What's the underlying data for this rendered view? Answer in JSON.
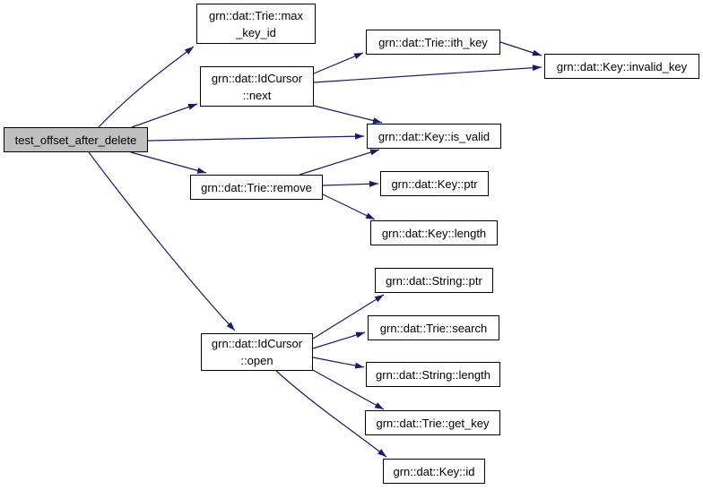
{
  "diagram": {
    "kind": "doxygen-call-graph",
    "background": "#ffffff",
    "edge_color": "#191970",
    "node_border_color": "#000000",
    "node_fill": "#ffffff",
    "root_node_fill": "#c0c0c0",
    "text_color": "#000000"
  },
  "nodes": [
    {
      "id": "test_offset_after_delete",
      "label": "test_offset_after_delete",
      "role": "root"
    },
    {
      "id": "trie_max_key_id",
      "label": "grn::dat::Trie::max\n_key_id",
      "role": "callee"
    },
    {
      "id": "idcursor_next",
      "label": "grn::dat::IdCursor\n::next",
      "role": "callee"
    },
    {
      "id": "trie_ith_key",
      "label": "grn::dat::Trie::ith_key",
      "role": "callee"
    },
    {
      "id": "key_invalid_key",
      "label": "grn::dat::Key::invalid_key",
      "role": "callee"
    },
    {
      "id": "key_is_valid",
      "label": "grn::dat::Key::is_valid",
      "role": "callee"
    },
    {
      "id": "trie_remove",
      "label": "grn::dat::Trie::remove",
      "role": "callee"
    },
    {
      "id": "key_ptr",
      "label": "grn::dat::Key::ptr",
      "role": "callee"
    },
    {
      "id": "key_length",
      "label": "grn::dat::Key::length",
      "role": "callee"
    },
    {
      "id": "string_ptr",
      "label": "grn::dat::String::ptr",
      "role": "callee"
    },
    {
      "id": "idcursor_open",
      "label": "grn::dat::IdCursor\n::open",
      "role": "callee"
    },
    {
      "id": "trie_search",
      "label": "grn::dat::Trie::search",
      "role": "callee"
    },
    {
      "id": "string_length",
      "label": "grn::dat::String::length",
      "role": "callee"
    },
    {
      "id": "trie_get_key",
      "label": "grn::dat::Trie::get_key",
      "role": "callee"
    },
    {
      "id": "key_id",
      "label": "grn::dat::Key::id",
      "role": "callee"
    }
  ],
  "edges": [
    {
      "from": "test_offset_after_delete",
      "to": "trie_max_key_id"
    },
    {
      "from": "test_offset_after_delete",
      "to": "idcursor_next"
    },
    {
      "from": "test_offset_after_delete",
      "to": "key_is_valid"
    },
    {
      "from": "test_offset_after_delete",
      "to": "trie_remove"
    },
    {
      "from": "test_offset_after_delete",
      "to": "idcursor_open"
    },
    {
      "from": "idcursor_next",
      "to": "trie_ith_key"
    },
    {
      "from": "idcursor_next",
      "to": "key_invalid_key"
    },
    {
      "from": "idcursor_next",
      "to": "key_is_valid"
    },
    {
      "from": "trie_ith_key",
      "to": "key_invalid_key"
    },
    {
      "from": "trie_remove",
      "to": "key_is_valid"
    },
    {
      "from": "trie_remove",
      "to": "key_ptr"
    },
    {
      "from": "trie_remove",
      "to": "key_length"
    },
    {
      "from": "idcursor_open",
      "to": "string_ptr"
    },
    {
      "from": "idcursor_open",
      "to": "trie_search"
    },
    {
      "from": "idcursor_open",
      "to": "string_length"
    },
    {
      "from": "idcursor_open",
      "to": "trie_get_key"
    },
    {
      "from": "idcursor_open",
      "to": "key_id"
    }
  ]
}
